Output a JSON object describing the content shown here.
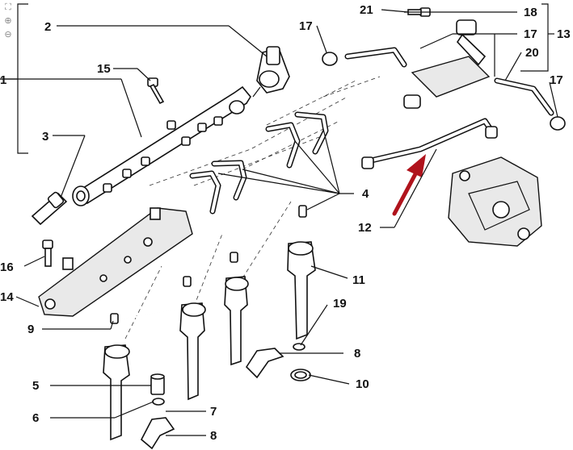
{
  "toolbar": {
    "fit_icon": "fit-page-icon",
    "zoom_in_icon": "zoom-in-icon",
    "zoom_out_icon": "zoom-out-icon"
  },
  "callouts": {
    "c1": "1",
    "c2": "2",
    "c3": "3",
    "c4": "4",
    "c5": "5",
    "c6": "6",
    "c7": "7",
    "c8a": "8",
    "c8b": "8",
    "c9": "9",
    "c10": "10",
    "c11": "11",
    "c12": "12",
    "c13": "13",
    "c14": "14",
    "c15": "15",
    "c16": "16",
    "c17a": "17",
    "c17b": "17",
    "c17c": "17",
    "c18": "18",
    "c19": "19",
    "c20": "20",
    "c21": "21"
  },
  "highlight": {
    "arrow_color": "#b0131c",
    "target_callout": "12"
  }
}
